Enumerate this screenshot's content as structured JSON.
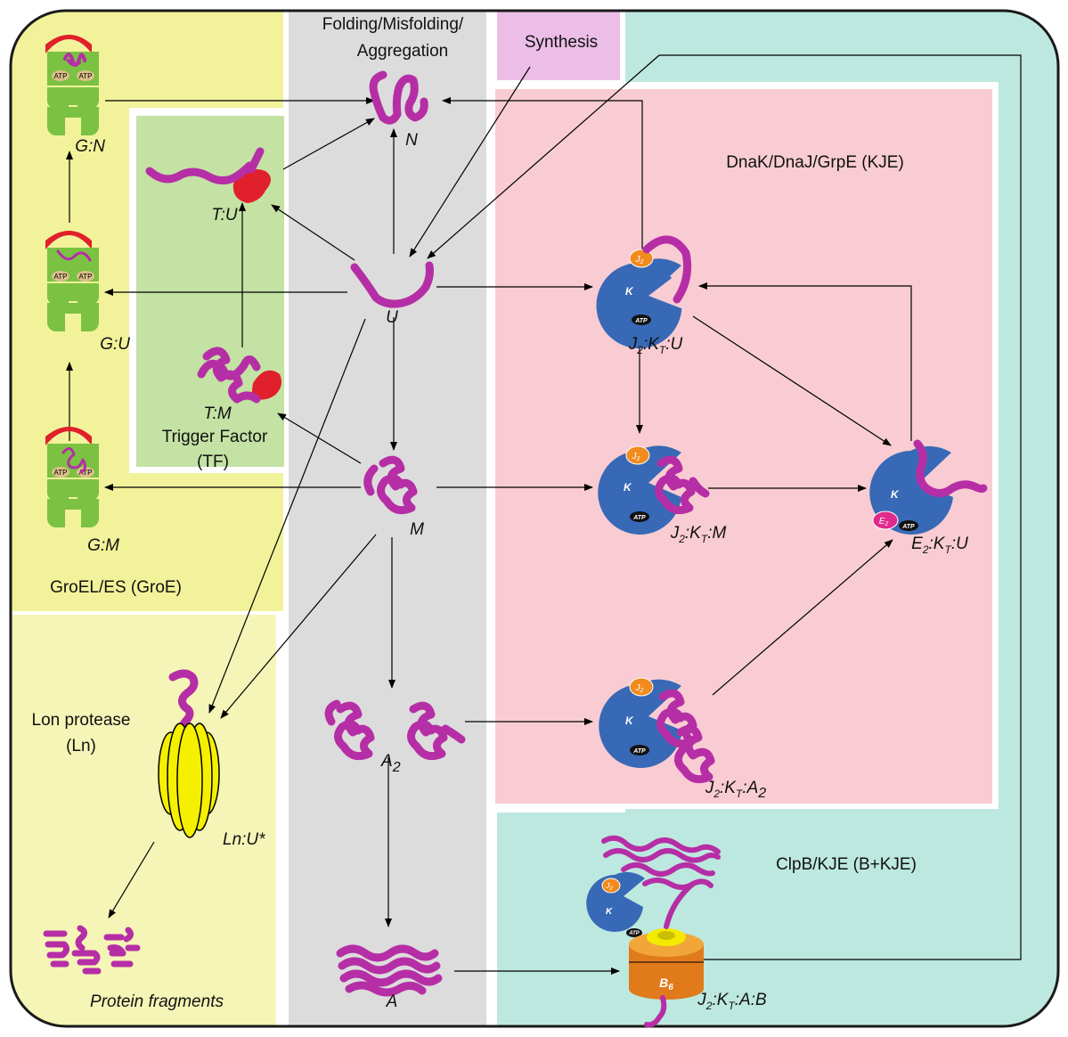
{
  "sections": {
    "folding": "Folding/Misfolding/",
    "folding_line2": "Aggregation",
    "synthesis": "Synthesis",
    "kje": "DnaK/DnaJ/GrpE (KJE)",
    "clpb": "ClpB/KJE  (B+KJE)",
    "groe": "GroEL/ES (GroE)",
    "tf_line1": "Trigger Factor",
    "tf_line2": "(TF)",
    "lon_line1": "Lon protease",
    "lon_line2": "(Ln)"
  },
  "species": {
    "N": "N",
    "U": "U",
    "M": "M",
    "A2_main": "A",
    "A2_sub": "2",
    "A": "A",
    "TU": "T:U",
    "TM": "T:M",
    "GN": "G:N",
    "GU": "G:U",
    "GM": "G:M",
    "LnU": "Ln:U*",
    "fragments": "Protein fragments",
    "J2KTU": {
      "a": "J",
      "b": "2",
      "c": ":K",
      "d": "T",
      "e": ":U"
    },
    "J2KTM": {
      "a": "J",
      "b": "2",
      "c": ":K",
      "d": "T",
      "e": ":M"
    },
    "E2KTU": {
      "a": "E",
      "b": "2",
      "c": ":K",
      "d": "T",
      "e": ":U"
    },
    "J2KTA2": {
      "a": "J",
      "b": "2",
      "c": ":K",
      "d": "T",
      "e": ":A",
      "f": "2"
    },
    "J2KTAB": {
      "a": "J",
      "b": "2",
      "c": ":K",
      "d": "T",
      "e": ":A:B"
    }
  },
  "icons": {
    "atp": "ATP",
    "k": "K",
    "j2": "J",
    "j2_sub": "2",
    "e2": "E",
    "e2_sub": "2",
    "b6": "B",
    "b6_sub": "6"
  },
  "colors": {
    "groe_bg": "#f2f29a",
    "lon_bg": "#f4f5b6",
    "tf_bg": "#c3e2a4",
    "folding_bg": "#dcdcdc",
    "synthesis_bg": "#ecbde6",
    "teal_bg": "#bde8df",
    "kje_bg": "#f8ccd2",
    "protein": "#b62ea6",
    "dnak": "#3869b6",
    "dnaj": "#f28b1e",
    "grpe": "#e02b8c",
    "groel": "#7bc142",
    "groes": "#e0202a",
    "lon": "#f4f000",
    "clpb": "#f09a2e"
  }
}
